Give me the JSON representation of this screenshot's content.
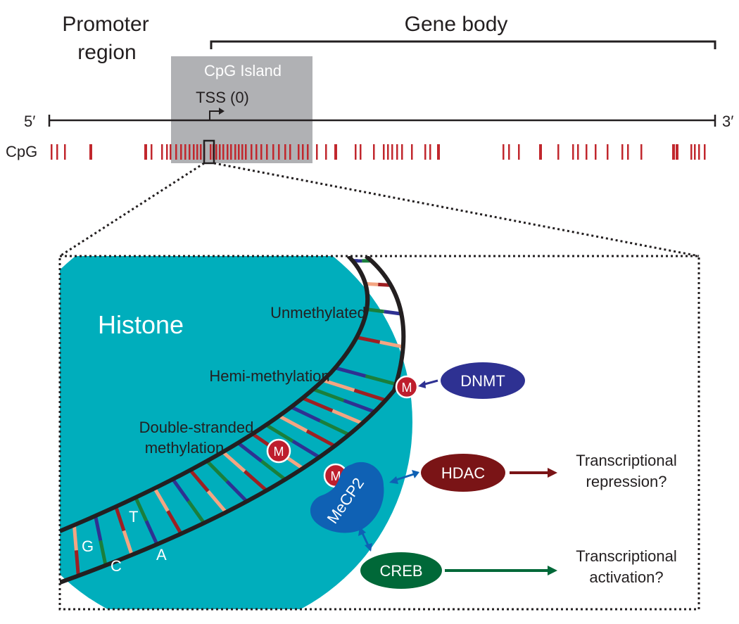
{
  "labels": {
    "promoter_line1": "Promoter",
    "promoter_line2": "region",
    "gene_body": "Gene body",
    "cpg_island": "CpG Island",
    "tss": "TSS (0)",
    "five_prime": "5′",
    "three_prime": "3′",
    "cpg": "CpG",
    "histone": "Histone",
    "unmethylated": "Unmethylated",
    "hemi_methylation": "Hemi-methylation",
    "double_line1": "Double-stranded",
    "double_line2": "methylation",
    "methyl_mark": "M",
    "dnmt": "DNMT",
    "hdac": "HDAC",
    "mecp2": "MeCP2",
    "creb": "CREB",
    "repression_line1": "Transcriptional",
    "repression_line2": "repression?",
    "activation_line1": "Transcriptional",
    "activation_line2": "activation?",
    "base_g": "G",
    "base_c": "C",
    "base_t": "T",
    "base_a": "A"
  },
  "colors": {
    "cpg_mark": "#c1272d",
    "cpg_island_box": "#a7a9ac",
    "histone": "#00aebc",
    "dna_strand": "#231f20",
    "methyl": "#be1e2d",
    "dnmt": "#2e3192",
    "hdac": "#7a1416",
    "mecp2": "#0f61b4",
    "creb": "#006838",
    "base_g": "#f4a582",
    "base_c": "#9e1f22",
    "base_t": "#2e3192",
    "base_a": "#1a7f3c"
  }
}
